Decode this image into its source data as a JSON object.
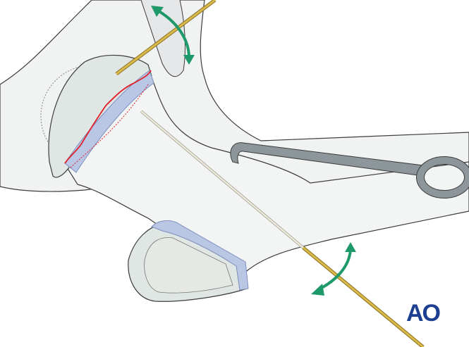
{
  "logo": {
    "text": "AO"
  },
  "colors": {
    "bone": "#f1f2f2",
    "bone_shadow": "#d9dbdc",
    "outline": "#3c3c3c",
    "cartilage": "#b9c6e4",
    "growth_plate_edge": "#cfe6e6",
    "fracture_line": "#e0202a",
    "wire": "#c8a83c",
    "arrow": "#1e9a6a",
    "instrument": "#8d979b",
    "logo": "#1d3f8f"
  },
  "icons": [
    "rotation-arrow-icon",
    "kirschner-wire",
    "bone-hook-instrument"
  ]
}
